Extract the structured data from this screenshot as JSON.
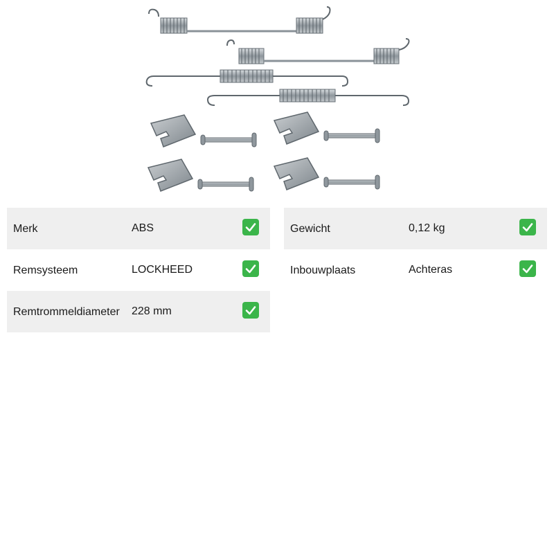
{
  "product": {
    "image_icon": "brake-accessory-kit-icon"
  },
  "specs_left": [
    {
      "label": "Merk",
      "value": "ABS",
      "status_icon": "check-icon"
    },
    {
      "label": "Remsysteem",
      "value": "LOCKHEED",
      "status_icon": "check-icon"
    },
    {
      "label": "Remtrommeldiameter",
      "value": "228 mm",
      "status_icon": "check-icon"
    }
  ],
  "specs_right": [
    {
      "label": "Gewicht",
      "value": "0,12 kg",
      "status_icon": "check-icon"
    },
    {
      "label": "Inbouwplaats",
      "value": "Achteras",
      "status_icon": "check-icon"
    }
  ],
  "colors": {
    "row_shade": "#efefef",
    "check_green": "#3bb54a",
    "metal": "#9aa2a8"
  }
}
